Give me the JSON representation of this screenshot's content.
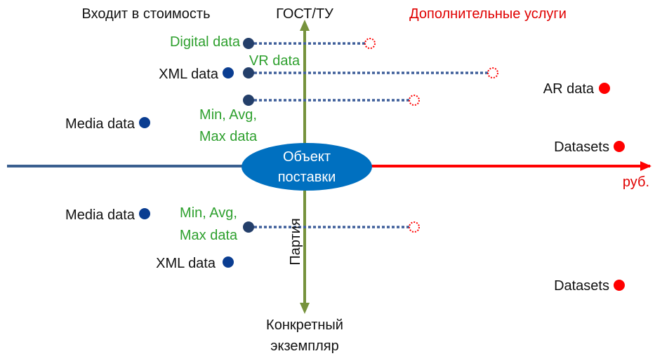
{
  "headers": {
    "included": "Входит в стоимость",
    "standard": "ГОСТ/ТУ",
    "additional": "Дополнительные услуги"
  },
  "axes": {
    "currency": "руб.",
    "batch": "Партия",
    "instance_line1": "Конкретный",
    "instance_line2": "экземпляр"
  },
  "center": {
    "line1": "Объект",
    "line2": "поставки"
  },
  "labels": {
    "digital_data": "Digital data",
    "vr_data": "VR data",
    "xml_data_top": "XML data",
    "ar_data": "AR data",
    "minavg_top_line1": "Min, Avg,",
    "minavg_top_line2": "Max data",
    "media_data_top": "Media data",
    "datasets_top": "Datasets",
    "media_data_bottom": "Media data",
    "minavg_bottom_line1": "Min, Avg,",
    "minavg_bottom_line2": "Max data",
    "xml_data_bottom": "XML data",
    "datasets_bottom": "Datasets"
  },
  "colors": {
    "blue_line": "#3a5f8f",
    "red_line": "#ff0000",
    "green_axis": "#76923c",
    "ellipse": "#0070c0",
    "dark_dot": "#243f6a",
    "blue_dot": "#0a3d91",
    "green_text": "#2ea02e",
    "red_text": "#e00000",
    "dashed_arrow": "#3f5f9a"
  }
}
